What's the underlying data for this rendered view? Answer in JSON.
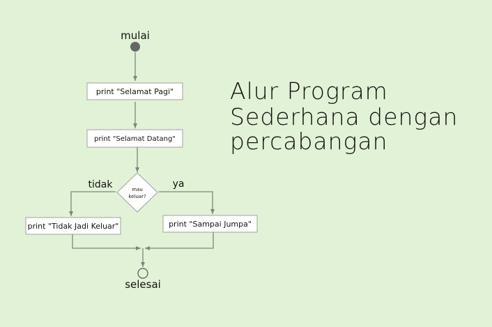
{
  "flowchart": {
    "start_label": "mulai",
    "end_label": "selesai",
    "step1": "print \"Selamat Pagi\"",
    "step2": "print \"Selamat Datang\"",
    "decision_line1": "mau",
    "decision_line2": "keluar?",
    "branch_no_label": "tidak",
    "branch_yes_label": "ya",
    "no_action": "print \"Tidak Jadi Keluar\"",
    "yes_action": "print \"Sampai Jumpa\""
  },
  "title": {
    "line1": "Alur Program",
    "line2": "Sederhana dengan",
    "line3": "percabangan"
  },
  "colors": {
    "background": "#e2f2d6",
    "connector": "#7d877a",
    "start_node": "#666666"
  }
}
